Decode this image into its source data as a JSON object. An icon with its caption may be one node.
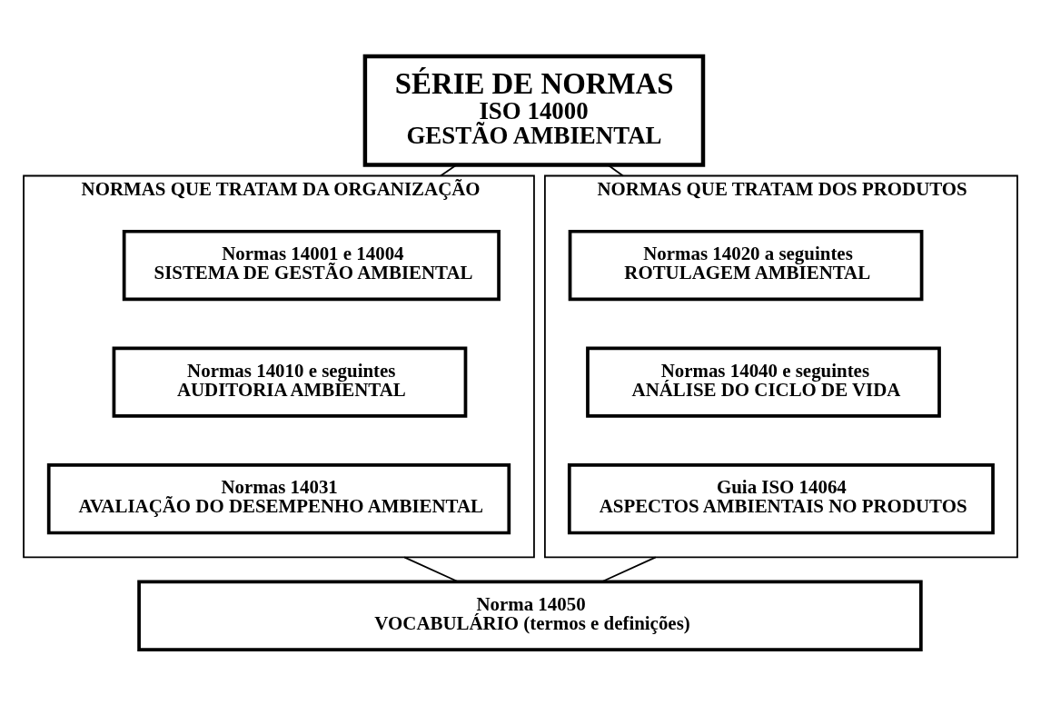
{
  "diagram": {
    "nodes": [
      {
        "text": [
          "SÉRIE DE NORMAS",
          "ISO 14000",
          "GESTÃO AMBIENTAL"
        ]
      },
      {
        "text": [
          "NORMAS QUE TRATAM DA ORGANIZAÇÃO"
        ]
      },
      {
        "text": [
          "Normas 14001 e 14004",
          "SISTEMA DE GESTÃO AMBIENTAL"
        ],
        "in": 1
      },
      {
        "text": [
          "Normas 14010 e seguintes",
          "AUDITORIA AMBIENTAL"
        ],
        "in": 1
      },
      {
        "text": [
          "Normas 14031",
          "AVALIAÇÃO DO DESEMPENHO AMBIENTAL"
        ],
        "in": 1
      },
      {
        "text": [
          "NORMAS QUE TRATAM DOS PRODUTOS"
        ]
      },
      {
        "text": [
          "Normas 14020 a seguintes",
          "ROTULAGEM AMBIENTAL"
        ],
        "in": 5
      },
      {
        "text": [
          "Normas 14040 e seguintes",
          "ANÁLISE DO CICLO DE VIDA"
        ],
        "in": 5
      },
      {
        "text": [
          "Guia ISO 14064",
          "ASPECTOS AMBIENTAIS NO PRODUTOS"
        ],
        "in": 5
      },
      {
        "text": [
          "Norma 14050",
          "VOCABULÁRIO (termos e definições)"
        ]
      }
    ],
    "edges": [
      {
        "from": 0,
        "to": 1,
        "arrow": "none"
      },
      {
        "from": 0,
        "to": 5,
        "arrow": "none"
      },
      {
        "from": 1,
        "to": 9,
        "arrow": "none"
      },
      {
        "from": 5,
        "to": 9,
        "arrow": "none"
      }
    ]
  }
}
